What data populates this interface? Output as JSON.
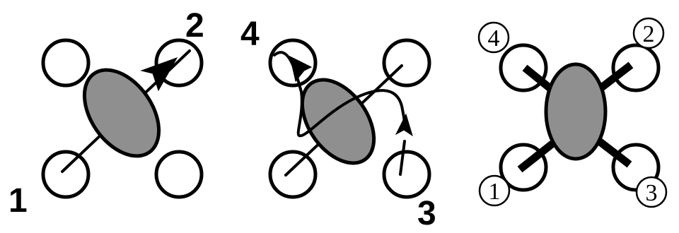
{
  "panels": [
    {
      "id": "panel-1",
      "labels": [
        "1",
        "2"
      ]
    },
    {
      "id": "panel-2",
      "labels": [
        "4",
        "3"
      ]
    },
    {
      "id": "panel-3",
      "labels": [
        "4",
        "2",
        "1",
        "3"
      ]
    }
  ],
  "colors": {
    "body_fill": "#8f8f8f",
    "stroke": "#000000",
    "rotor_fill": "#ffffff"
  }
}
